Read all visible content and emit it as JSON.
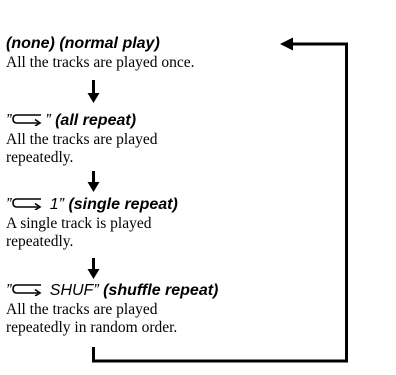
{
  "steps": [
    {
      "mode": "(none) (normal play)",
      "description": [
        "All the tracks are played once."
      ]
    },
    {
      "open_quote": "”",
      "icon": "repeat-icon",
      "close_quote": "”",
      "mode": " (all repeat)",
      "description": [
        "All the tracks are played",
        "repeatedly."
      ]
    },
    {
      "open_quote": "”",
      "icon": "repeat-icon",
      "token": " 1",
      "close_quote": "”",
      "mode": " (single repeat)",
      "description": [
        "A single track is played",
        "repeatedly."
      ]
    },
    {
      "open_quote": "”",
      "icon": "repeat-icon",
      "token": " SHUF",
      "close_quote": "”",
      "mode": " (shuffle repeat)",
      "description": [
        "All the tracks are played",
        "repeatedly in random order."
      ]
    }
  ]
}
